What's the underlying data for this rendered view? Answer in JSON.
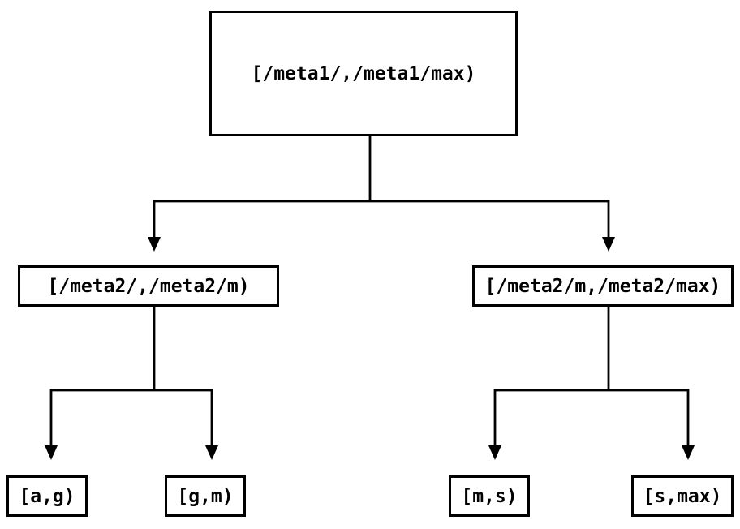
{
  "diagram": {
    "type": "binary-tree",
    "colors": {
      "line": "#000000",
      "node_border": "#000000",
      "text": "#000000",
      "background": "#ffffff"
    },
    "nodes": {
      "root": {
        "label": "[/meta1/,/meta1/max)"
      },
      "meta2_low": {
        "label": "[/meta2/,/meta2/m)"
      },
      "meta2_high": {
        "label": "[/meta2/m,/meta2/max)"
      },
      "leaf_ag": {
        "label": "[a,g)"
      },
      "leaf_gm": {
        "label": "[g,m)"
      },
      "leaf_ms": {
        "label": "[m,s)"
      },
      "leaf_smax": {
        "label": "[s,max)"
      }
    },
    "edges": [
      {
        "from": "root",
        "to": "meta2_low"
      },
      {
        "from": "root",
        "to": "meta2_high"
      },
      {
        "from": "meta2_low",
        "to": "leaf_ag"
      },
      {
        "from": "meta2_low",
        "to": "leaf_gm"
      },
      {
        "from": "meta2_high",
        "to": "leaf_ms"
      },
      {
        "from": "meta2_high",
        "to": "leaf_smax"
      }
    ]
  }
}
